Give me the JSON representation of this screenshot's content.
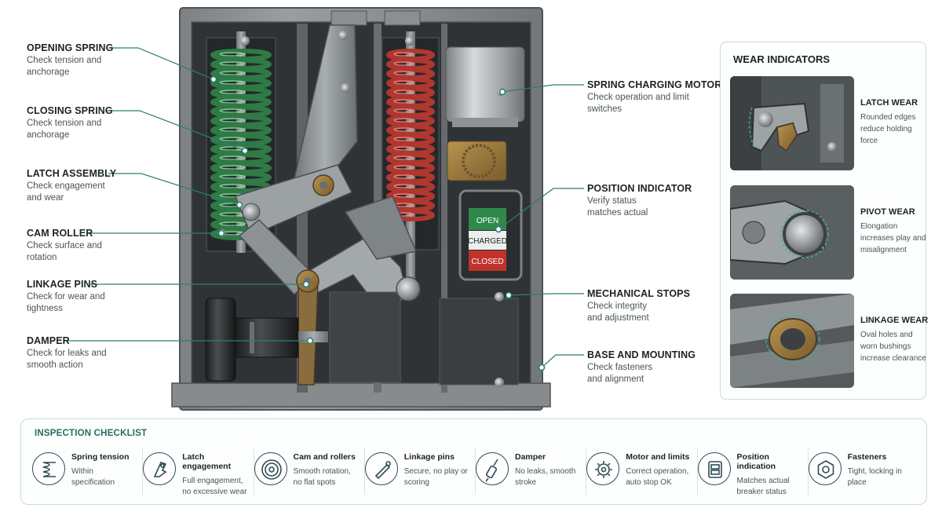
{
  "callouts": [
    {
      "title": "OPENING SPRING",
      "detail": "Check tension and anchorage"
    },
    {
      "title": "CLOSING SPRING",
      "detail": "Check tension and anchorage"
    },
    {
      "title": "LATCH ASSEMBLY",
      "detail": "Check engagement and wear"
    },
    {
      "title": "CAM ROLLER",
      "detail": "Check surface and rotation"
    },
    {
      "title": "LINKAGE PINS",
      "detail": "Check for wear and tightness"
    },
    {
      "title": "DAMPER",
      "detail": "Check for leaks and smooth action"
    },
    {
      "title": "SPRING CHARGING MOTOR",
      "detail": "Check operation and limit switches"
    },
    {
      "title": "POSITION INDICATOR",
      "detail": "Verify status matches actual"
    },
    {
      "title": "MECHANICAL STOPS",
      "detail": "Check integrity and adjustment"
    },
    {
      "title": "BASE AND MOUNTING",
      "detail": "Check fasteners and alignment"
    }
  ],
  "indicator": {
    "open": "OPEN",
    "charged": "CHARGED",
    "closed": "CLOSED"
  },
  "wear": {
    "title": "WEAR INDICATORS",
    "items": [
      {
        "title": "LATCH WEAR",
        "detail": "Rounded edges reduce holding force"
      },
      {
        "title": "PIVOT WEAR",
        "detail": "Elongation increases play and misalignment"
      },
      {
        "title": "LINKAGE WEAR",
        "detail": "Oval holes and worn bushings increase clearance"
      }
    ]
  },
  "checklist": {
    "title": "INSPECTION CHECKLIST",
    "items": [
      {
        "title": "Spring tension",
        "detail": "Within specification",
        "icon": "spring-icon"
      },
      {
        "title": "Latch engagement",
        "detail": "Full engagement, no excessive wear",
        "icon": "latch-icon"
      },
      {
        "title": "Cam and rollers",
        "detail": "Smooth rotation, no flat spots",
        "icon": "roller-icon"
      },
      {
        "title": "Linkage pins",
        "detail": "Secure, no play or scoring",
        "icon": "pin-icon"
      },
      {
        "title": "Damper",
        "detail": "No leaks, smooth stroke",
        "icon": "damper-icon"
      },
      {
        "title": "Motor and limits",
        "detail": "Correct operation, auto stop OK",
        "icon": "motor-gear-icon"
      },
      {
        "title": "Position indication",
        "detail": "Matches actual breaker status",
        "icon": "indicator-icon"
      },
      {
        "title": "Fasteners",
        "detail": "Tight, locking in place",
        "icon": "hex-nut-icon"
      }
    ]
  },
  "colors": {
    "accent": "#2a7f74",
    "opening_spring": "#2f7a45",
    "closing_spring": "#b0372f",
    "open": "#2f8a4a",
    "closed": "#c0332c"
  }
}
